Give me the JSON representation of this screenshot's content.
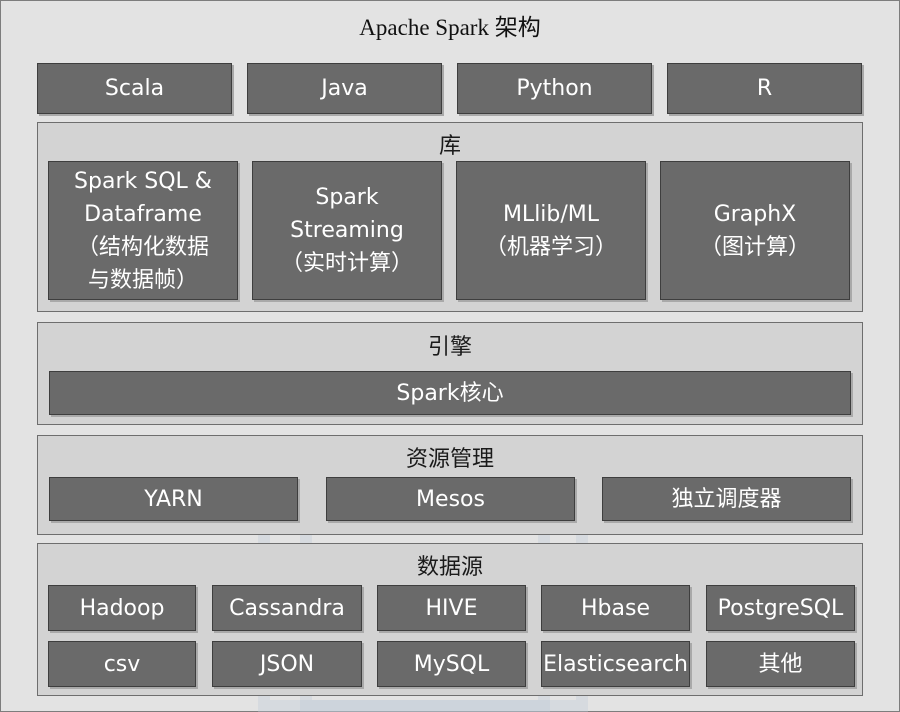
{
  "title": "Apache Spark 架构",
  "languages": [
    "Scala",
    "Java",
    "Python",
    "R"
  ],
  "library": {
    "label": "库",
    "items": [
      {
        "lines": [
          "Spark SQL &",
          "Dataframe",
          "（结构化数据",
          "与数据帧）"
        ]
      },
      {
        "lines": [
          "Spark",
          "Streaming",
          "（实时计算）"
        ]
      },
      {
        "lines": [
          "MLlib/ML",
          "（机器学习）"
        ]
      },
      {
        "lines": [
          "GraphX",
          "（图计算）"
        ]
      }
    ]
  },
  "engine": {
    "label": "引擎",
    "core": "Spark核心"
  },
  "resource": {
    "label": "资源管理",
    "items": [
      "YARN",
      "Mesos",
      "独立调度器"
    ]
  },
  "datasource": {
    "label": "数据源",
    "row1": [
      "Hadoop",
      "Cassandra",
      "HIVE",
      "Hbase",
      "PostgreSQL"
    ],
    "row2": [
      "csv",
      "JSON",
      "MySQL",
      "Elasticsearch",
      "其他"
    ]
  },
  "colors": {
    "box_fill": "#6a6a6a",
    "panel_fill": "#d3d3d3",
    "background": "#e3e3e3"
  }
}
